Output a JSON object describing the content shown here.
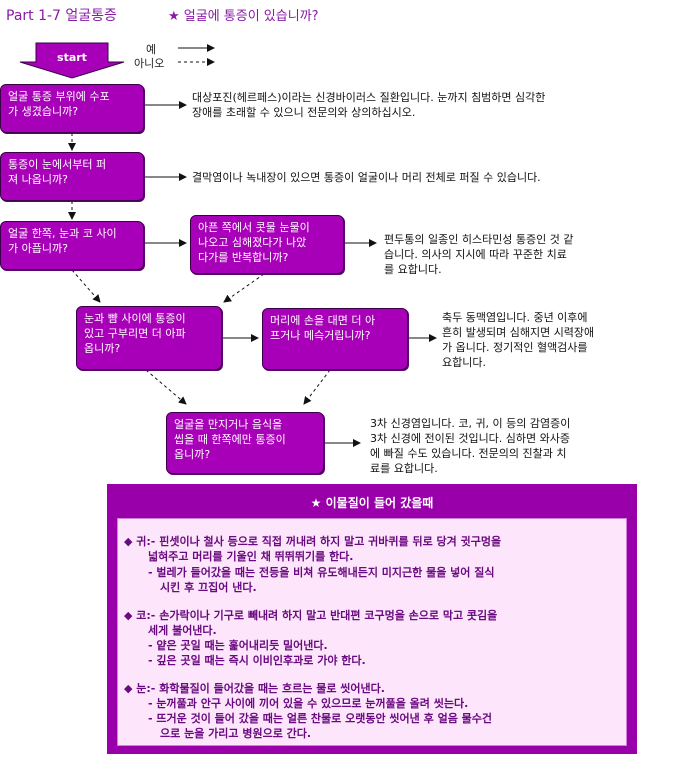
{
  "header": {
    "part": "Part 1-7 얼굴통증",
    "question": "★ 얼굴에 통증이 있습니까?"
  },
  "start_label": "start",
  "legend": {
    "yes": "예",
    "no": "아니오"
  },
  "questions": [
    {
      "lines": [
        "얼굴 통증 부위에 수포",
        "가 생겼습니까?"
      ]
    },
    {
      "lines": [
        "통증이 눈에서부터 퍼",
        "져 나옵니까?"
      ]
    },
    {
      "lines": [
        "얼굴 한쪽, 눈과 코 사이",
        "가 아픕니까?"
      ]
    },
    {
      "lines": [
        "아픈 쪽에서 콧물 눈물이",
        "나오고 심해졌다가 나았",
        "다가를 반복합니까?"
      ]
    },
    {
      "lines": [
        "눈과 뺨 사이에 통증이",
        "있고 구부리면 더 아파",
        "옵니까?"
      ]
    },
    {
      "lines": [
        "머리에 손을 대면 더 아",
        "프거나 메슥거립니까?"
      ]
    },
    {
      "lines": [
        "얼굴을 만지거나 음식을",
        "씹을 때 한쪽에만 통증이",
        "옵니까?"
      ]
    }
  ],
  "answers": [
    {
      "lines": [
        "대상포진(헤르페스)이라는 신경바이러스 질환입니다. 눈까지 침범하면 심각한",
        "장애를 초래할 수 있으니 전문의와 상의하십시오."
      ]
    },
    {
      "lines": [
        "결막염이나 녹내장이 있으면 통증이 얼굴이나 머리 전체로 퍼질 수 있습니다."
      ]
    },
    {
      "lines": [
        "편두통의 일종인 히스타민성 통증인 것 같",
        "습니다. 의사의 지시에 따라 꾸준한 치료",
        "를 요합니다."
      ]
    },
    {
      "lines": [
        "축두 동맥염입니다. 중년 이후에",
        "흔히 발생되며 심해지면 시력장애",
        "가 옵니다. 정기적인 혈액검사를",
        "요합니다."
      ]
    },
    {
      "lines": [
        "3차 신경염입니다. 코, 귀, 이 등의 감염증이",
        "3차 신경에 전이된 것입니다. 심하면 와사증",
        "에 빠질 수도 있습니다. 전문의의 진찰과 치",
        "료를 요합니다."
      ]
    }
  ],
  "tips": {
    "title": "★ 이물질이 들어 갔을때",
    "lines": [
      "◆ 귀:- 핀셋이나 철사 등으로 직접 꺼내려 하지 말고 귀바퀴를 뒤로 당겨 귓구멍을",
      "넓혀주고 머리를 기울인 채 뛰뛰뛰기를 한다.",
      "- 벌레가 들어갔을 때는 전등을 비쳐 유도해내든지 미지근한 물을 넣어 질식",
      "시킨 후 끄집어 낸다.",
      "◆ 코:- 손가락이나 기구로 빼내려 하지 말고 반대편 코구멍을 손으로 막고 콧김을",
      "세게 불어낸다.",
      "- 얕은 곳일 때는 훑어내리듯 밀어낸다.",
      "- 깊은 곳일 때는 즉시 이비인후과로 가야 한다.",
      "◆ 눈:- 화학물질이 들어갔을 때는 흐르는 물로 씻어낸다.",
      "- 눈꺼풀과 안구 사이에 끼어 있을 수 있으므로 눈꺼풀을 올려 씻는다.",
      "- 뜨거운 것이 들어 갔을 때는 얼른 찬물로 오랫동안 씻어낸 후 얼음 물수건",
      "으로 눈을 가리고 병원으로 간다."
    ]
  },
  "colors": {
    "accent": "#a800b8",
    "panel": "#9a00aa",
    "panel_bg": "#fde6fb",
    "title": "#8a1aa6"
  }
}
